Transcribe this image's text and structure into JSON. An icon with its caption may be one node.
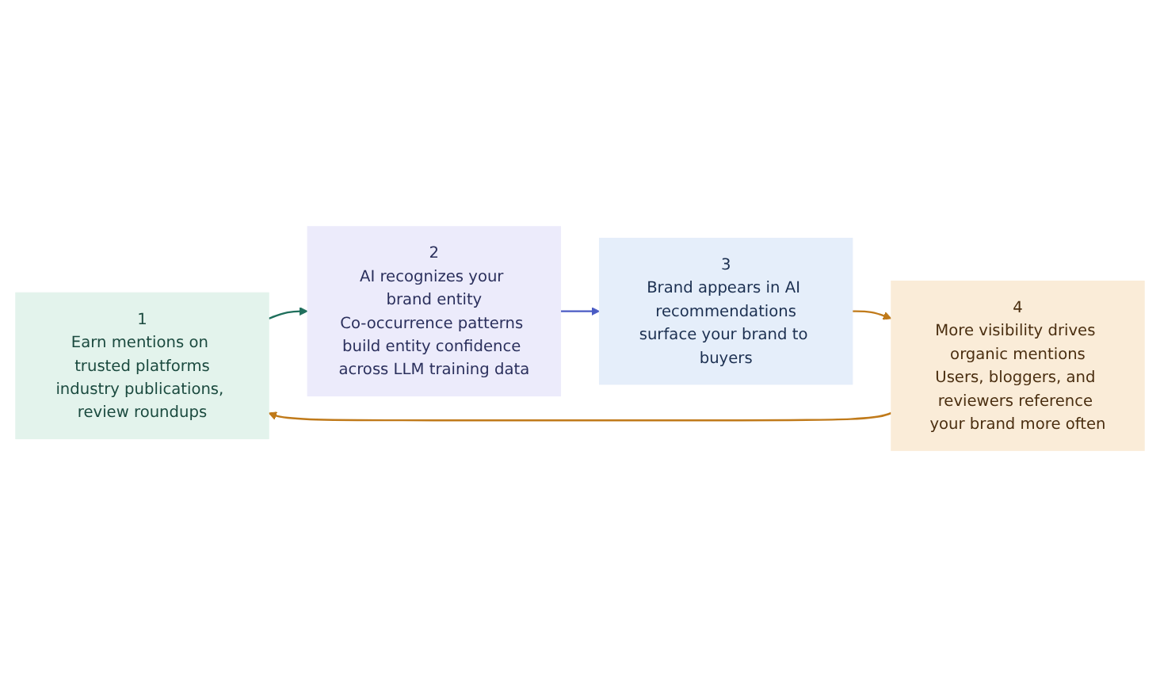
{
  "diagram": {
    "nodes": [
      {
        "text": [
          "1",
          "Earn mentions on trusted platforms",
          "industry publications, review roundups"
        ]
      },
      {
        "text": [
          "2",
          "AI recognizes your brand entity",
          "Co-occurrence patterns build entity confidence across LLM training data"
        ]
      },
      {
        "text": [
          "3",
          "Brand appears in AI recommendations",
          "surface your brand to buyers"
        ]
      },
      {
        "text": [
          "4",
          "More visibility drives organic mentions",
          "Users, bloggers, and reviewers reference your brand more often"
        ]
      }
    ],
    "edges": [
      {
        "from": 0,
        "to": 1,
        "arrow": "to",
        "color": "#1f6f5c"
      },
      {
        "from": 1,
        "to": 2,
        "arrow": "to",
        "color": "#4a5bc4"
      },
      {
        "from": 2,
        "to": 3,
        "arrow": "to",
        "color": "#c07a1a"
      },
      {
        "from": 3,
        "to": 0,
        "arrow": "to",
        "color": "#c07a1a"
      }
    ]
  }
}
